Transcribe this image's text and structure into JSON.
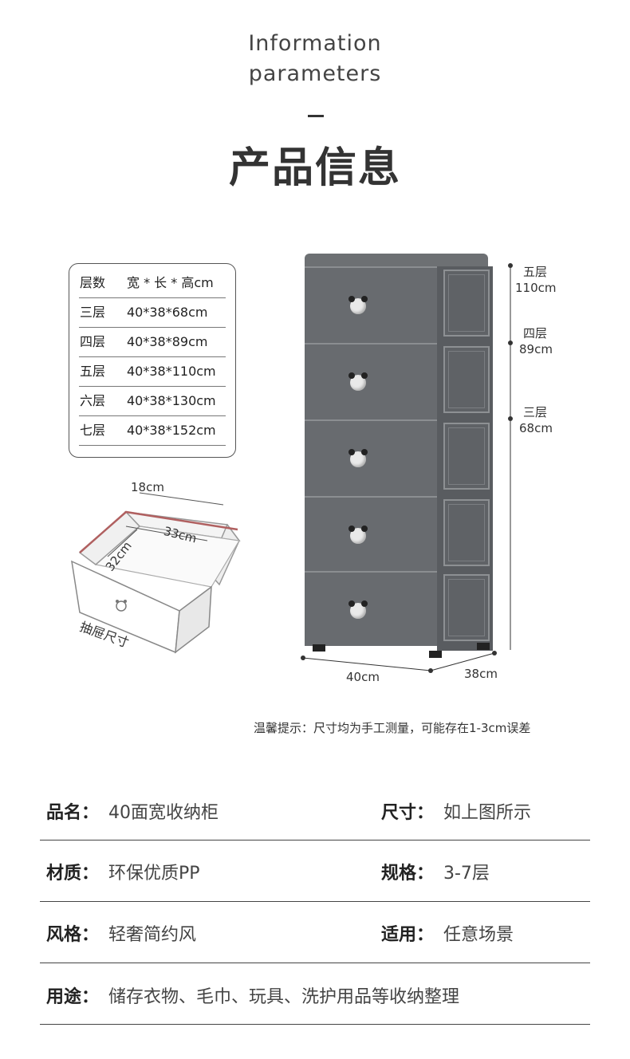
{
  "header": {
    "title_en_line1": "Information",
    "title_en_line2": "parameters",
    "title_cn": "产品信息"
  },
  "size_table": {
    "header": {
      "col1": "层数",
      "col2": "宽 * 长 * 高cm"
    },
    "rows": [
      {
        "tier": "三层",
        "size": "40*38*68cm"
      },
      {
        "tier": "四层",
        "size": "40*38*89cm"
      },
      {
        "tier": "五层",
        "size": "40*38*110cm"
      },
      {
        "tier": "六层",
        "size": "40*38*130cm"
      },
      {
        "tier": "七层",
        "size": "40*38*152cm"
      }
    ]
  },
  "drawer_size": {
    "depth": "18cm",
    "length": "33cm",
    "width": "32cm",
    "caption": "抽屉尺寸"
  },
  "height_marks": [
    {
      "tier": "五层",
      "height": "110cm"
    },
    {
      "tier": "四层",
      "height": "89cm"
    },
    {
      "tier": "三层",
      "height": "68cm"
    }
  ],
  "base_dims": {
    "width": "40cm",
    "depth": "38cm"
  },
  "note": "温馨提示：尺寸均为手工测量，可能存在1-3cm误差",
  "info": [
    {
      "label": "品名：",
      "value": "40面宽收纳柜"
    },
    {
      "label": "尺寸：",
      "value": "如上图所示"
    },
    {
      "label": "材质：",
      "value": "环保优质PP"
    },
    {
      "label": "规格：",
      "value": "3-7层"
    },
    {
      "label": "风格：",
      "value": "轻奢简约风"
    },
    {
      "label": "适用：",
      "value": "任意场景"
    },
    {
      "label": "用途：",
      "value": "储存衣物、毛巾、玩具、洗护用品等收纳整理"
    }
  ],
  "colors": {
    "cabinet": "#686b6f",
    "cabinet_side": "#595c60",
    "drawer_outline_accent": "#b06060",
    "text": "#333333"
  }
}
